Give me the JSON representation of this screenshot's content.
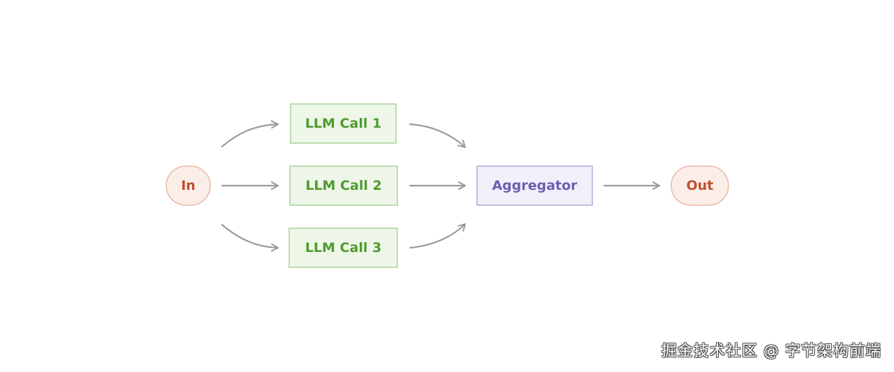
{
  "nodes": {
    "input": {
      "label": "In"
    },
    "calls": [
      {
        "label": "LLM Call 1"
      },
      {
        "label": "LLM Call 2"
      },
      {
        "label": "LLM Call 3"
      }
    ],
    "aggregator": {
      "label": "Aggregator"
    },
    "output": {
      "label": "Out"
    }
  },
  "colors": {
    "io_fill": "#fbeee9",
    "io_stroke": "#ebb8a6",
    "io_text": "#bf4f2c",
    "call_fill": "#eef6e8",
    "call_stroke": "#a9d49a",
    "call_text": "#4e9a2e",
    "agg_fill": "#f1effa",
    "agg_stroke": "#b3aadc",
    "agg_text": "#6a5fb0",
    "arrow": "#9a9a9a"
  },
  "watermark": "掘金技术社区 @ 字节架构前端"
}
